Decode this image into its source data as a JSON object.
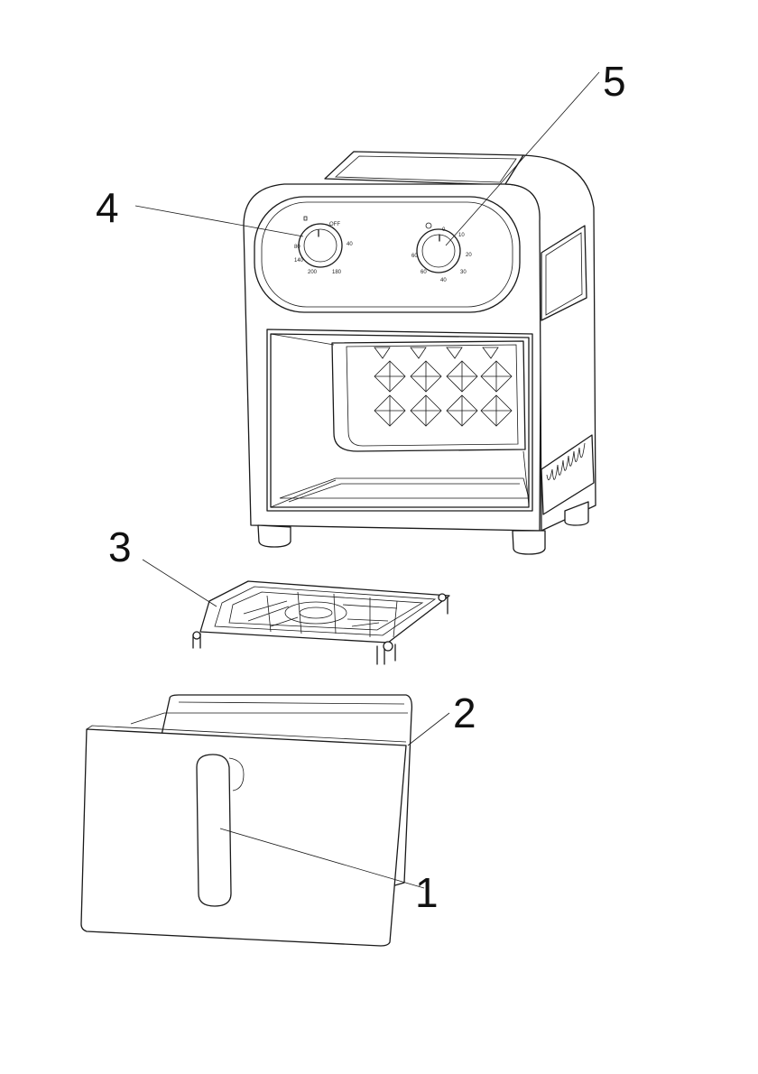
{
  "diagram": {
    "callouts": [
      {
        "id": "1",
        "label": "1"
      },
      {
        "id": "2",
        "label": "2"
      },
      {
        "id": "3",
        "label": "3"
      },
      {
        "id": "4",
        "label": "4"
      },
      {
        "id": "5",
        "label": "5"
      }
    ],
    "left_dial": {
      "off_label": "OFF",
      "ticks": [
        "40",
        "180",
        "200",
        "140",
        "80"
      ]
    },
    "right_dial": {
      "ticks": [
        "0",
        "10",
        "20",
        "30",
        "40",
        "60",
        "60"
      ]
    }
  }
}
